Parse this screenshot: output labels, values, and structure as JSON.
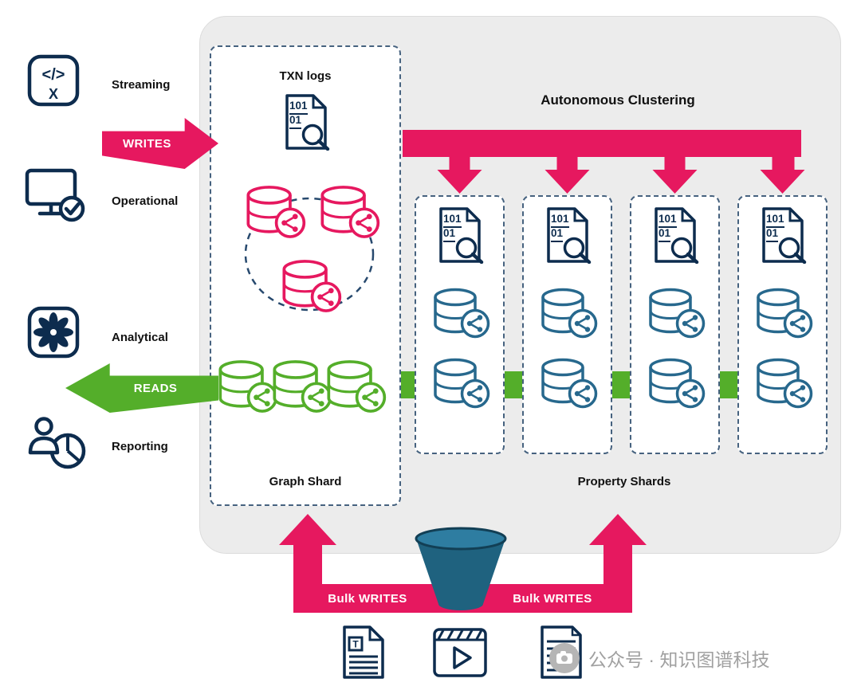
{
  "colors": {
    "pink": "#e6185f",
    "green": "#54ae2a",
    "blue": "#27688d",
    "navy_outline": "#0d2c4e",
    "container_gray": "#ececec",
    "bucket_teal": "#1f627f"
  },
  "workloads": {
    "items": [
      {
        "label": "Streaming",
        "icon": "code-x-icon"
      },
      {
        "label": "Operational",
        "icon": "monitor-check-icon"
      },
      {
        "label": "Analytical",
        "icon": "flower-icon"
      },
      {
        "label": "Reporting",
        "icon": "person-pie-chart-icon"
      }
    ]
  },
  "flows": {
    "writes": "WRITES",
    "reads": "READS",
    "bulk_writes_left": "Bulk WRITES",
    "bulk_writes_right": "Bulk WRITES"
  },
  "cluster": {
    "title": "Autonomous Clustering",
    "graph_shard": {
      "txn_logs_label": "TXN logs",
      "label": "Graph Shard"
    },
    "property_shards": {
      "label": "Property Shards",
      "count": 4
    }
  },
  "doc_icon": {
    "line1": "101",
    "line2": "01"
  },
  "code_icon": {
    "markup": "</>",
    "x": "X"
  },
  "text_doc_icon": {
    "letter": "T"
  },
  "watermark": {
    "text": "公众号 · 知识图谱科技"
  }
}
